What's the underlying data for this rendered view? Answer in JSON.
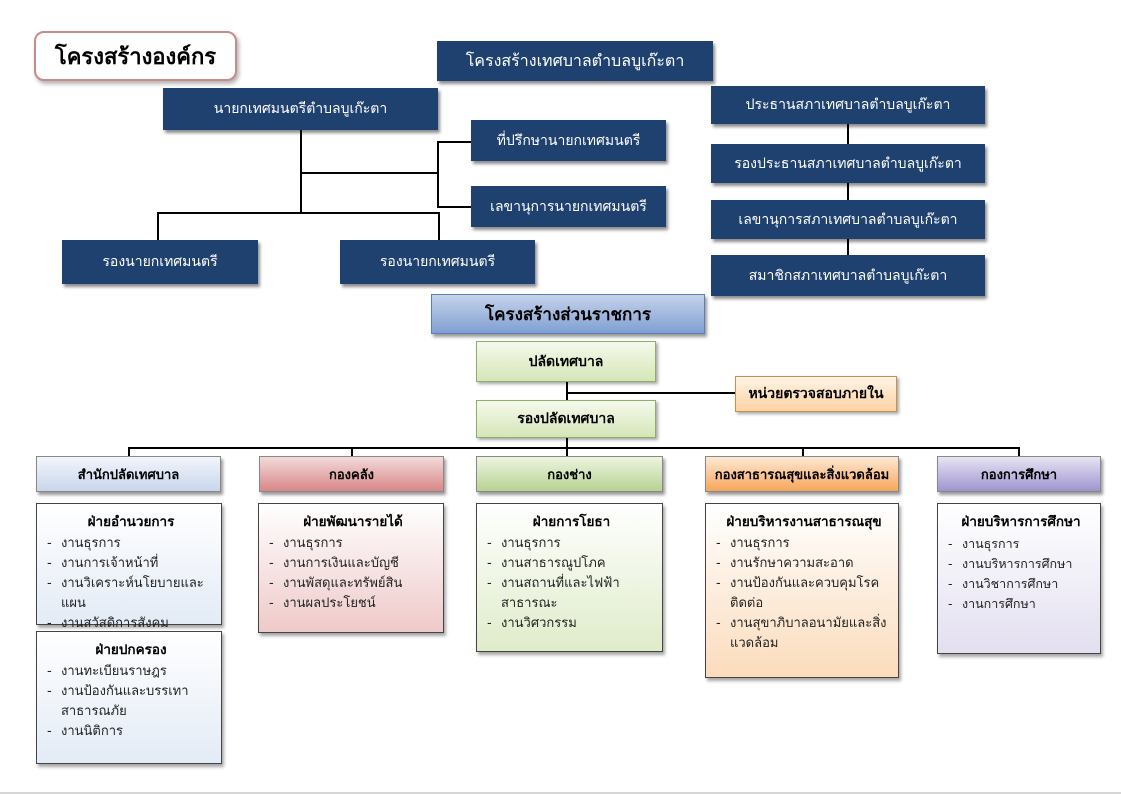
{
  "page_title": "โครงสร้างองค์กร",
  "council_structure_title": "โครงสร้างเทศบาลตำบลบูเก๊ะตา",
  "executive": {
    "mayor": "นายกเทศมนตรีตำบลบูเก๊ะตา",
    "advisor": "ที่ปรึกษานายกเทศมนตรี",
    "secretary": "เลขานุการนายกเทศมนตรี",
    "deputy_1": "รองนายกเทศมนตรี",
    "deputy_2": "รองนายกเทศมนตรี"
  },
  "council": {
    "chair": "ประธานสภาเทศบาลตำบลบูเก๊ะตา",
    "vice_chair": "รองประธานสภาเทศบาลตำบลบูเก๊ะตา",
    "secretary": "เลขานุการสภาเทศบาลตำบลบูเก๊ะตา",
    "members": "สมาชิกสภาเทศบาลตำบลบูเก๊ะตา"
  },
  "admin": {
    "title": "โครงสร้างส่วนราชการ",
    "clerk": "ปลัดเทศบาล",
    "deputy_clerk": "รองปลัดเทศบาล",
    "internal_audit": "หน่วยตรวจสอบภายใน"
  },
  "list_marker": "-",
  "departments": [
    {
      "name": "สำนักปลัดเทศบาล",
      "cards": [
        {
          "title": "ฝ่ายอำนวยการ",
          "items": [
            "งานธุรการ",
            "งานการเจ้าหน้าที่",
            "งานวิเคราะห์นโยบายและแผน",
            "งานสวัสดิการสังคม"
          ]
        },
        {
          "title": "ฝ่ายปกครอง",
          "items": [
            "งานทะเบียนราษฎร",
            "งานป้องกันและบรรเทาสาธารณภัย",
            "งานนิติการ"
          ]
        }
      ]
    },
    {
      "name": "กองคลัง",
      "cards": [
        {
          "title": "ฝ่ายพัฒนารายได้",
          "items": [
            "งานธุรการ",
            "งานการเงินและบัญชี",
            "งานพัสดุและทรัพย์สิน",
            "งานผลประโยชน์"
          ]
        }
      ]
    },
    {
      "name": "กองช่าง",
      "cards": [
        {
          "title": "ฝ่ายการโยธา",
          "items": [
            "งานธุรการ",
            "งานสาธารณูปโภค",
            "งานสถานที่และไฟฟ้าสาธารณะ",
            "งานวิศวกรรม"
          ]
        }
      ]
    },
    {
      "name": "กองสาธารณสุขและสิ่งแวดล้อม",
      "cards": [
        {
          "title": "ฝ่ายบริหารงานสาธารณสุข",
          "items": [
            "งานธุรการ",
            "งานรักษาความสะอาด",
            "งานป้องกันและควบคุมโรคติดต่อ",
            "งานสุขาภิบาลอนามัยและสิ่งแวดล้อม"
          ]
        }
      ]
    },
    {
      "name": "กองการศึกษา",
      "cards": [
        {
          "title": "ฝ่ายบริหารการศึกษา",
          "items": [
            "งานธุรการ",
            "งานบริหารการศึกษา",
            "งานวิชาการศึกษา",
            "งานการศึกษา"
          ]
        }
      ]
    }
  ]
}
